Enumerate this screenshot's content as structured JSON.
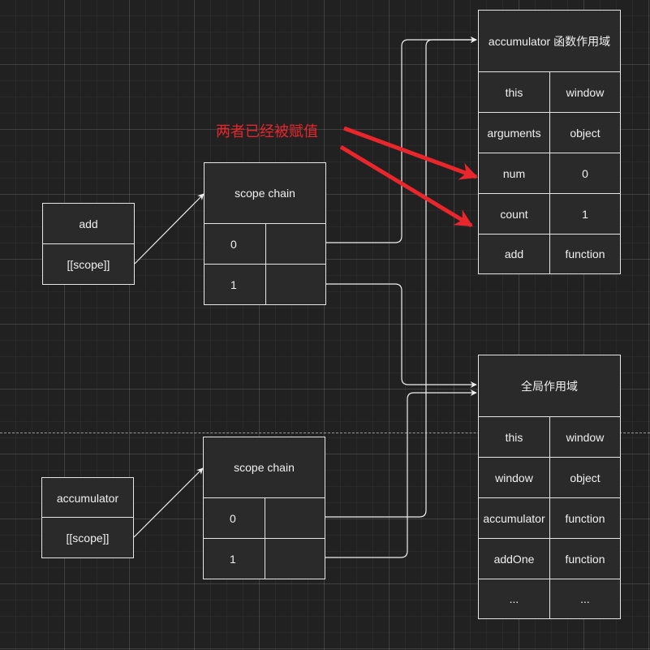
{
  "annotation": "两者已经被赋值",
  "add_fn": {
    "name": "add",
    "scope": "[[scope]]"
  },
  "accumulator_fn": {
    "name": "accumulator",
    "scope": "[[scope]]"
  },
  "add_scope_chain": {
    "title": "scope chain",
    "rows": [
      "0",
      "1"
    ]
  },
  "accumulator_scope_chain": {
    "title": "scope chain",
    "rows": [
      "0",
      "1"
    ]
  },
  "accumulator_scope": {
    "title": "accumulator 函数作用域",
    "rows": [
      {
        "key": "this",
        "value": "window"
      },
      {
        "key": "arguments",
        "value": "object"
      },
      {
        "key": "num",
        "value": "0"
      },
      {
        "key": "count",
        "value": "1"
      },
      {
        "key": "add",
        "value": "function"
      }
    ]
  },
  "global_scope": {
    "title": "全局作用域",
    "rows": [
      {
        "key": "this",
        "value": "window"
      },
      {
        "key": "window",
        "value": "object"
      },
      {
        "key": "accumulator",
        "value": "function"
      },
      {
        "key": "addOne",
        "value": "function"
      },
      {
        "key": "...",
        "value": "..."
      }
    ]
  },
  "colors": {
    "line": "#e6e6e6",
    "annotation": "#e8262c",
    "background": "#212121"
  }
}
